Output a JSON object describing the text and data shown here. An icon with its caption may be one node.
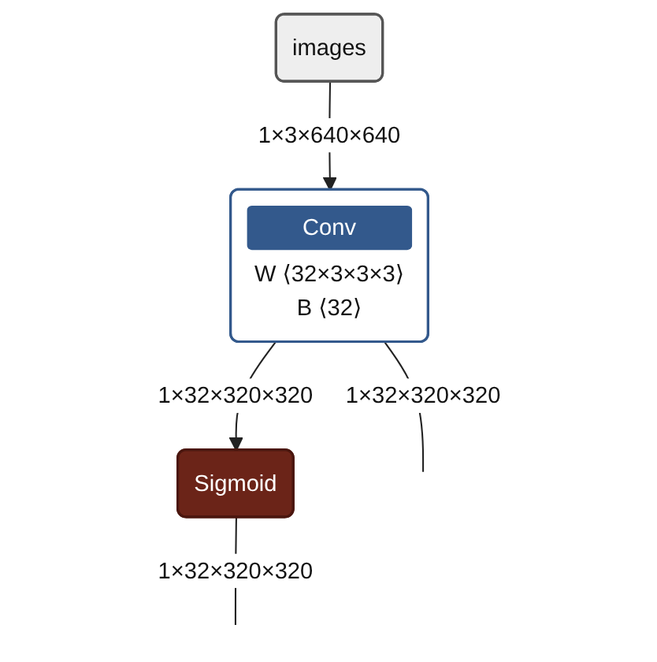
{
  "diagram": {
    "nodes": [
      {
        "text": [
          "images"
        ]
      },
      {
        "text": [
          "Conv",
          "W ⟨32×3×3×3⟩",
          "B ⟨32⟩"
        ]
      },
      {
        "text": [
          "Sigmoid"
        ]
      }
    ],
    "edges": [
      {
        "from": 0,
        "to": 1,
        "arrow": "to",
        "label": "1×3×640×640"
      },
      {
        "from": 1,
        "to": null,
        "arrow": "none",
        "label": "1×32×320×320"
      },
      {
        "from": 1,
        "to": 2,
        "arrow": "to",
        "label": "1×32×320×320"
      },
      {
        "from": 2,
        "to": null,
        "arrow": "none",
        "label": "1×32×320×320"
      }
    ]
  }
}
